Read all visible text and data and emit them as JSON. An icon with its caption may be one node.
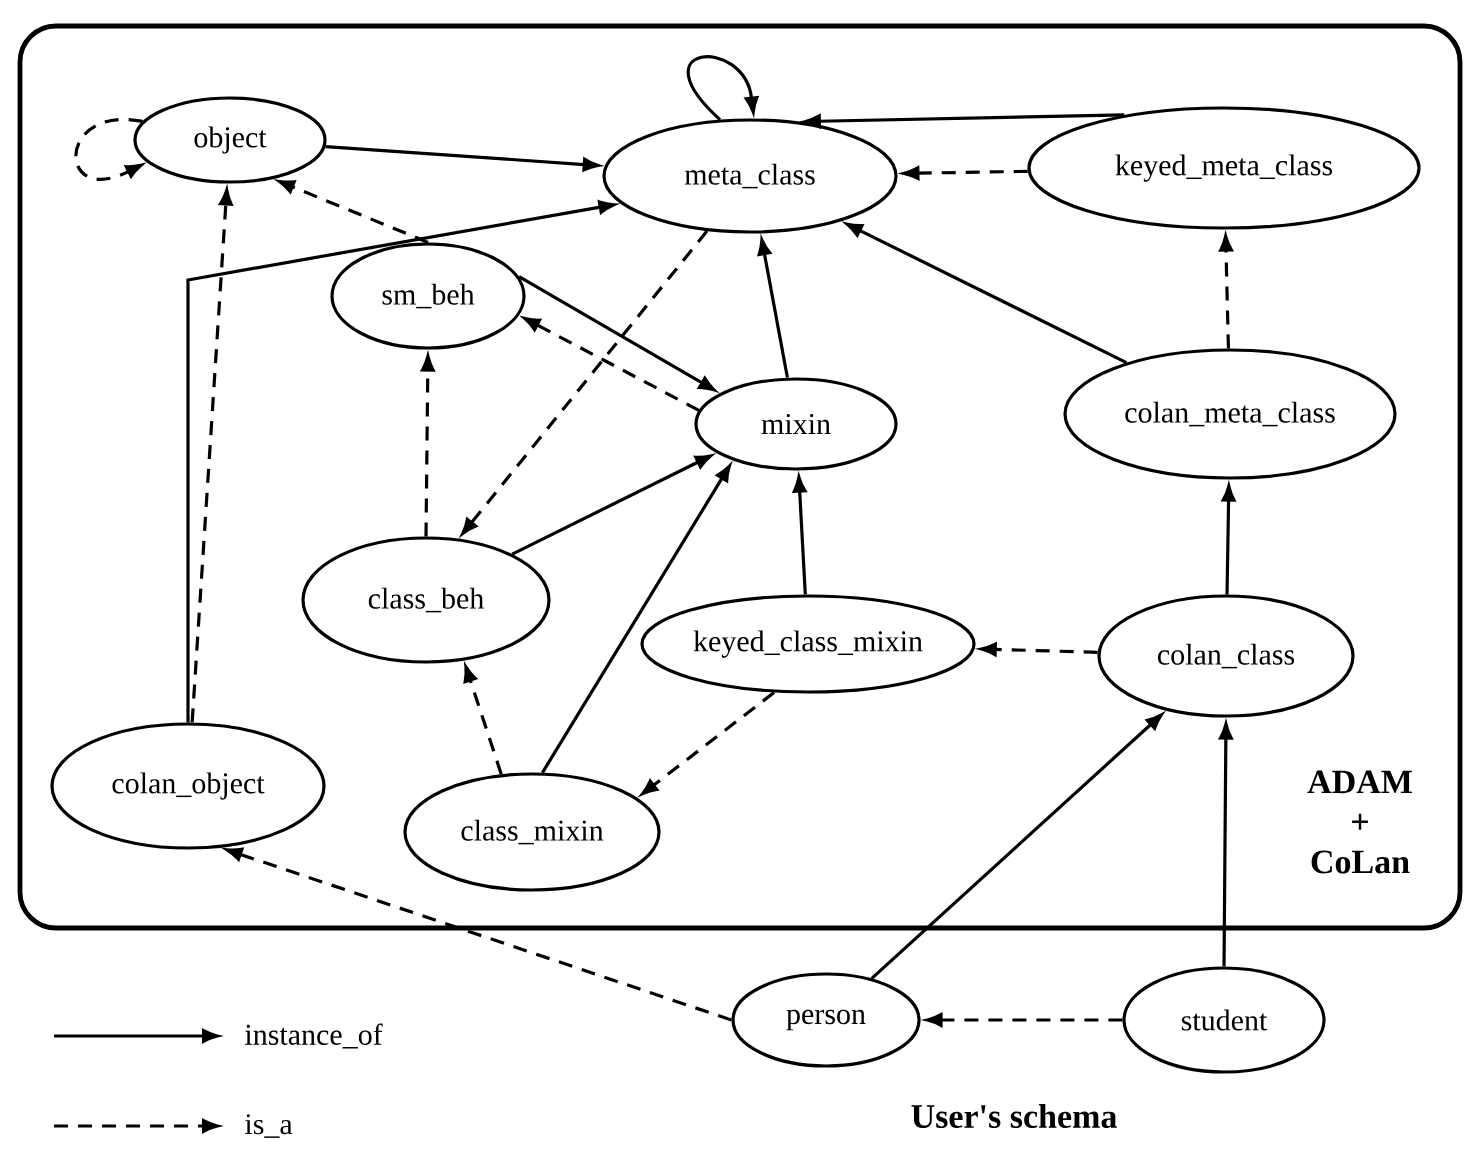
{
  "diagram": {
    "nodes": [
      {
        "text": [
          "ADAM + CoLan"
        ]
      },
      {
        "text": [
          "object"
        ],
        "in": 0
      },
      {
        "text": [
          "meta_class"
        ],
        "in": 0
      },
      {
        "text": [
          "keyed_meta_class"
        ],
        "in": 0
      },
      {
        "text": [
          "sm_beh"
        ],
        "in": 0
      },
      {
        "text": [
          "mixin"
        ],
        "in": 0
      },
      {
        "text": [
          "colan_meta_class"
        ],
        "in": 0
      },
      {
        "text": [
          "class_beh"
        ],
        "in": 0
      },
      {
        "text": [
          "keyed_class_mixin"
        ],
        "in": 0
      },
      {
        "text": [
          "colan_class"
        ],
        "in": 0
      },
      {
        "text": [
          "colan_object"
        ],
        "in": 0
      },
      {
        "text": [
          "class_mixin"
        ],
        "in": 0
      },
      {
        "text": [
          "person"
        ]
      },
      {
        "text": [
          "student"
        ]
      }
    ],
    "edges": [
      {
        "from": 1,
        "to": 1,
        "arrow": "to",
        "style": "dashed"
      },
      {
        "from": 2,
        "to": 2,
        "arrow": "to"
      },
      {
        "from": 1,
        "to": 2,
        "arrow": "to"
      },
      {
        "from": 10,
        "to": 2,
        "arrow": "to"
      },
      {
        "from": 10,
        "to": 1,
        "arrow": "to",
        "style": "dashed"
      },
      {
        "from": 4,
        "to": 1,
        "arrow": "to",
        "style": "dashed"
      },
      {
        "from": 4,
        "to": 5,
        "arrow": "to"
      },
      {
        "from": 5,
        "to": 4,
        "arrow": "to",
        "style": "dashed"
      },
      {
        "from": 5,
        "to": 2,
        "arrow": "to"
      },
      {
        "from": 2,
        "to": 7,
        "arrow": "to",
        "style": "dashed"
      },
      {
        "from": 7,
        "to": 4,
        "arrow": "to",
        "style": "dashed"
      },
      {
        "from": 7,
        "to": 5,
        "arrow": "to"
      },
      {
        "from": 11,
        "to": 5,
        "arrow": "to"
      },
      {
        "from": 11,
        "to": 7,
        "arrow": "to",
        "style": "dashed"
      },
      {
        "from": 8,
        "to": 5,
        "arrow": "to"
      },
      {
        "from": 8,
        "to": 11,
        "arrow": "to",
        "style": "dashed"
      },
      {
        "from": 9,
        "to": 8,
        "arrow": "to",
        "style": "dashed"
      },
      {
        "from": 9,
        "to": 6,
        "arrow": "to"
      },
      {
        "from": 6,
        "to": 2,
        "arrow": "to"
      },
      {
        "from": 6,
        "to": 3,
        "arrow": "to",
        "style": "dashed"
      },
      {
        "from": 3,
        "to": 2,
        "arrow": "to"
      },
      {
        "from": 3,
        "to": 2,
        "arrow": "to",
        "style": "dashed"
      },
      {
        "from": 12,
        "to": 9,
        "arrow": "to"
      },
      {
        "from": 12,
        "to": 10,
        "arrow": "to",
        "style": "dashed"
      },
      {
        "from": 13,
        "to": 9,
        "arrow": "to"
      },
      {
        "from": 13,
        "to": 12,
        "arrow": "to",
        "style": "dashed"
      }
    ],
    "labels": [
      "User's schema"
    ],
    "legend": [
      {
        "text": "instance_of"
      },
      {
        "text": "is_a"
      }
    ]
  }
}
